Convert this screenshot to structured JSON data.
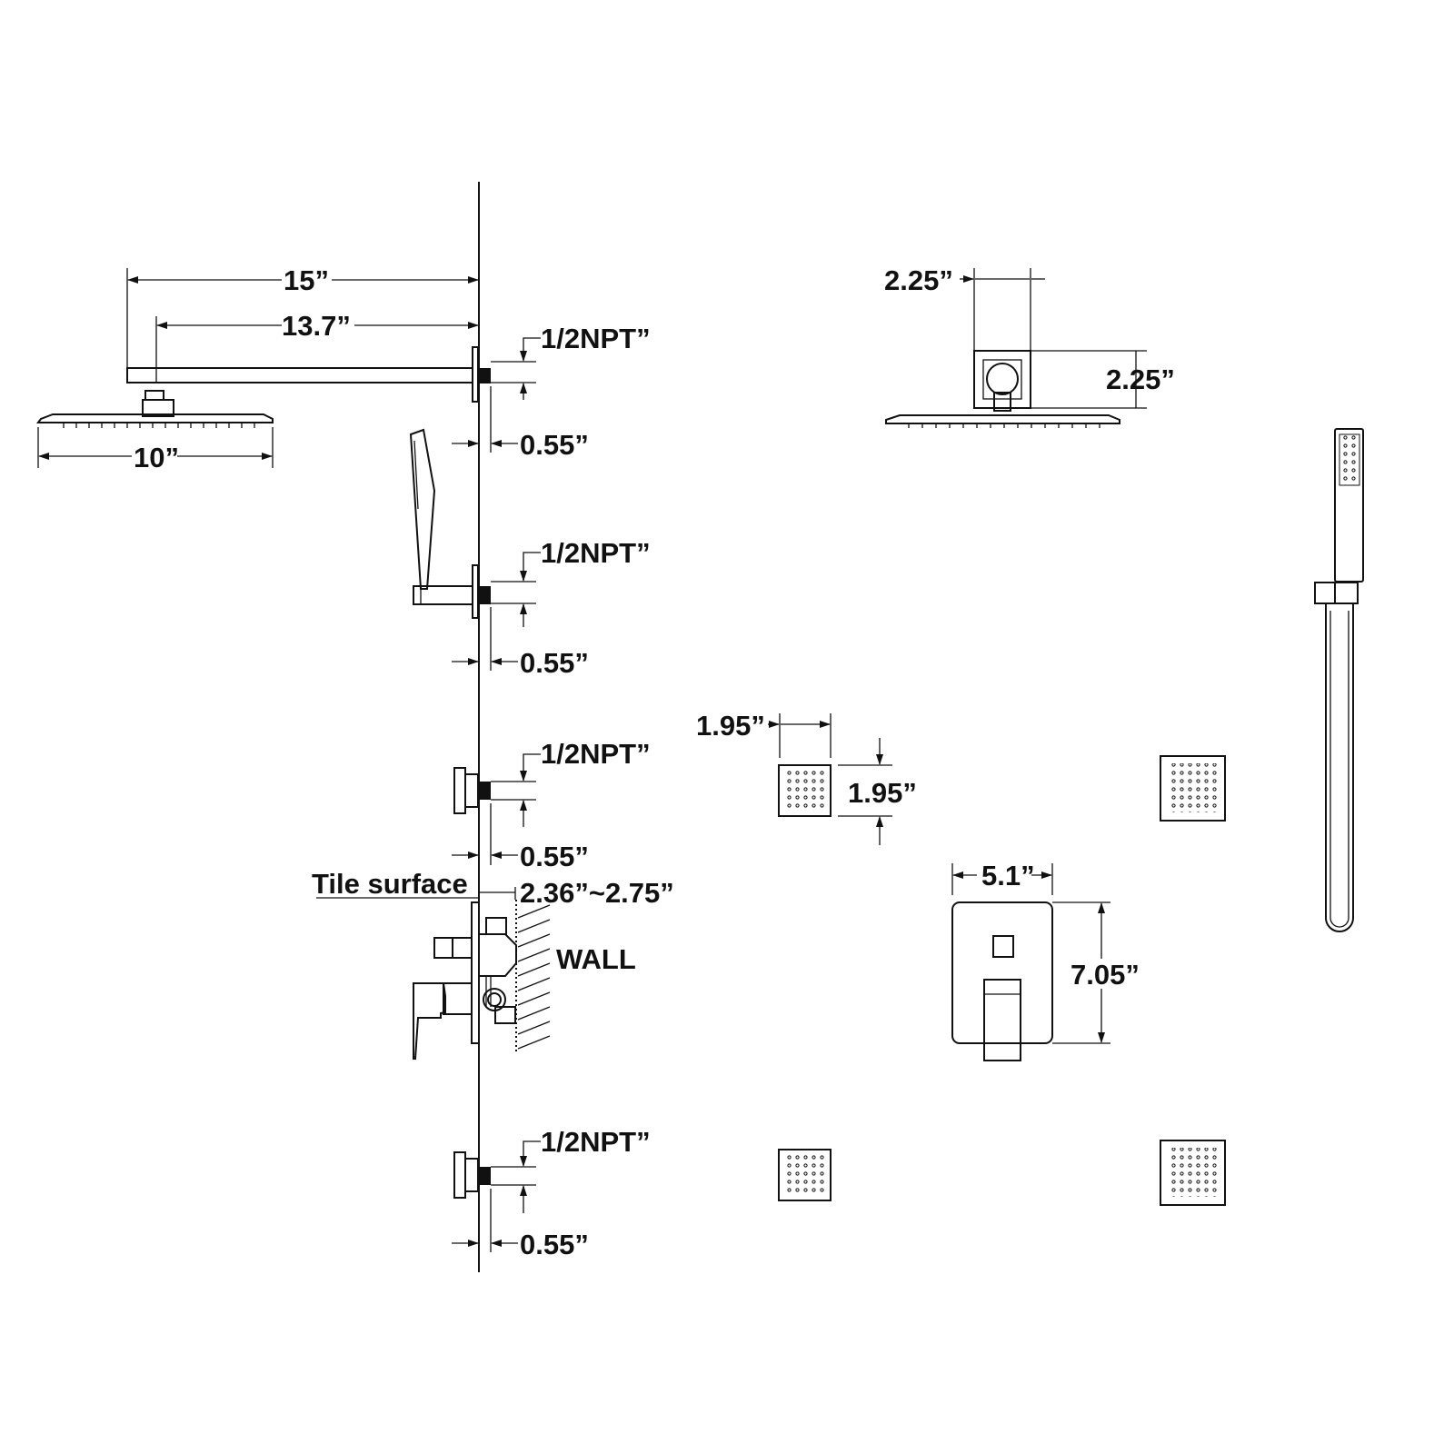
{
  "labels": {
    "arm_total": "15”",
    "arm_reach": "13.7”",
    "head_width": "10”",
    "npt": "1/2NPT”",
    "offset": "0.55”",
    "tile_surface": "Tile surface",
    "depth_range": "2.36”~2.75”",
    "wall": "WALL",
    "head_base_w": "2.25”",
    "head_base_h": "2.25”",
    "jet_w": "1.95”",
    "jet_h": "1.95”",
    "trim_w": "5.1”",
    "trim_h": "7.05”"
  },
  "colors": {
    "line": "#111111",
    "background": "#ffffff"
  }
}
